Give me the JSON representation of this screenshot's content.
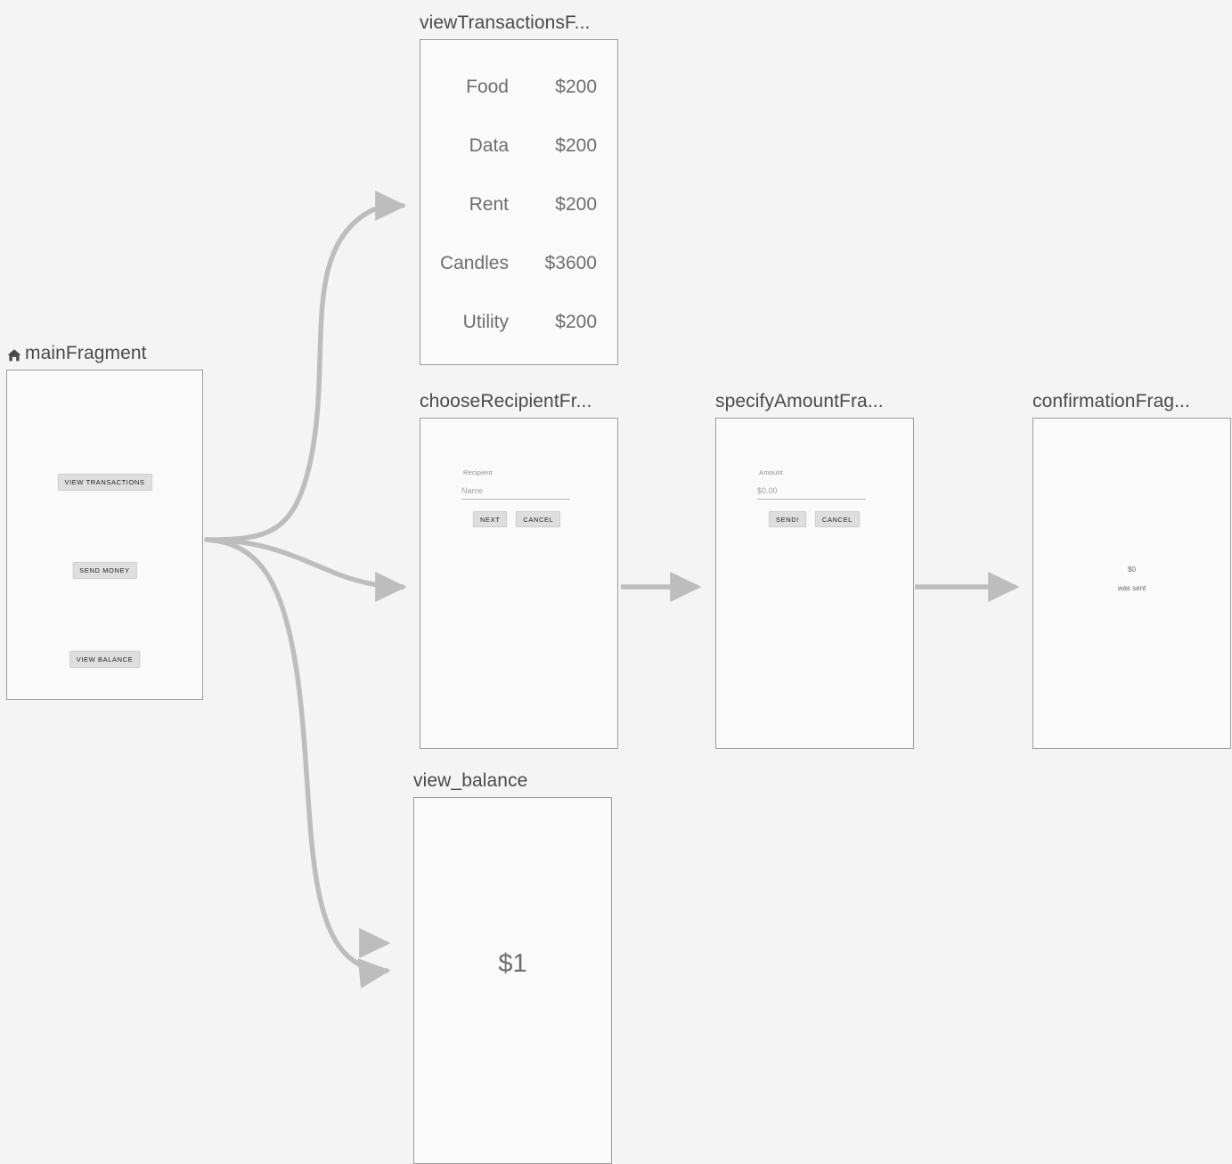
{
  "canvas": {
    "background_color": "#f4f4f4",
    "edge_color": "#bdbdbd",
    "frame_border_color": "#9c9c9c",
    "frame_fill_color": "#fafafa"
  },
  "nodes": {
    "main_fragment": {
      "label": "mainFragment",
      "is_start_destination": true,
      "start_icon": "home-icon",
      "buttons": [
        {
          "label": "VIEW TRANSACTIONS"
        },
        {
          "label": "SEND MONEY"
        },
        {
          "label": "VIEW BALANCE"
        }
      ]
    },
    "view_transactions_fragment": {
      "label": "viewTransactionsF...",
      "transactions": [
        {
          "name": "Food",
          "amount": "$200"
        },
        {
          "name": "Data",
          "amount": "$200"
        },
        {
          "name": "Rent",
          "amount": "$200"
        },
        {
          "name": "Candles",
          "amount": "$3600"
        },
        {
          "name": "Utility",
          "amount": "$200"
        }
      ]
    },
    "choose_recipient_fragment": {
      "label": "chooseRecipientFr...",
      "caption": "Recipient",
      "input_placeholder": "Name",
      "input_value": "",
      "primary_button": "NEXT",
      "secondary_button": "CANCEL"
    },
    "specify_amount_fragment": {
      "label": "specifyAmountFra...",
      "caption": "Amount",
      "input_placeholder": "$0.00",
      "input_value": "",
      "primary_button": "SEND!",
      "secondary_button": "CANCEL"
    },
    "confirmation_fragment": {
      "label": "confirmationFrag...",
      "amount": "$0",
      "status_text": "was sent"
    },
    "view_balance_fragment": {
      "label": "view_balance",
      "balance": "$1"
    }
  }
}
